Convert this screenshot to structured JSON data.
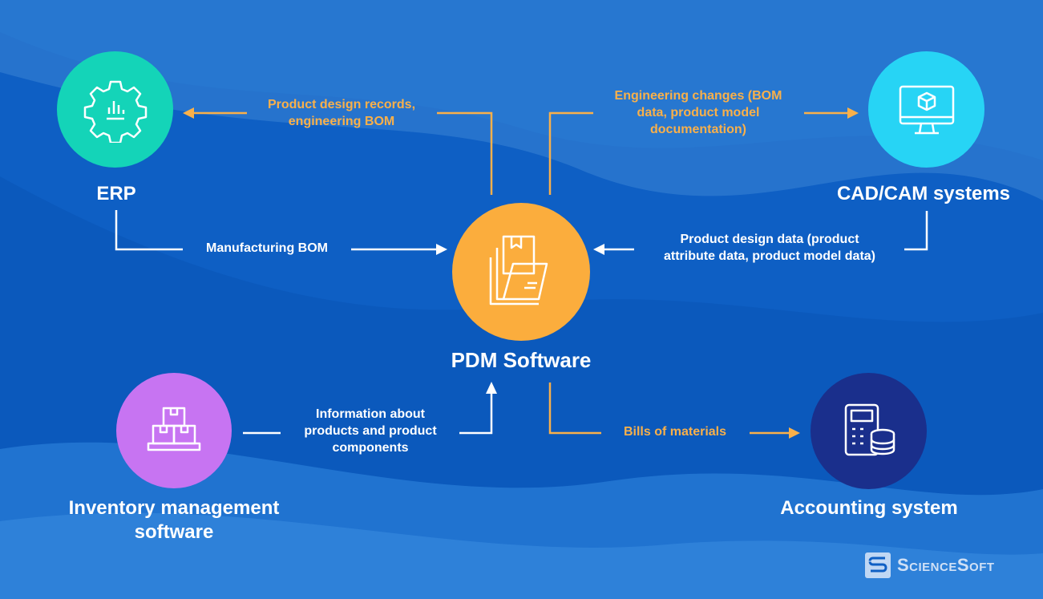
{
  "colors": {
    "background": "#0e5fc4",
    "arrow_white": "#ffffff",
    "arrow_orange": "#f9b04a",
    "pdm": "#fbad3d",
    "erp": "#14d4b8",
    "cad": "#27d4f5",
    "inventory": "#c774f2",
    "accounting": "#1a2f8c"
  },
  "center": {
    "label": "PDM Software",
    "icon": "folder-document-icon"
  },
  "nodes": {
    "erp": {
      "label": "ERP",
      "icon": "gear-chart-icon"
    },
    "cad": {
      "label": "CAD/CAM systems",
      "icon": "monitor-cube-icon"
    },
    "inventory": {
      "label": "Inventory management\nsoftware",
      "icon": "boxes-icon"
    },
    "accounting": {
      "label": "Accounting system",
      "icon": "calculator-coins-icon"
    }
  },
  "flows": {
    "pdm_to_erp": "Product design records,\nengineering BOM",
    "pdm_to_cad": "Engineering changes (BOM\ndata, product model\ndocumentation)",
    "erp_to_pdm": "Manufacturing BOM",
    "cad_to_pdm": "Product design data (product\nattribute data, product model data)",
    "inventory_to_pdm": "Information about\nproducts and product\ncomponents",
    "pdm_to_accounting": "Bills of materials"
  },
  "brand": {
    "logo_text": "ScienceSoft"
  }
}
